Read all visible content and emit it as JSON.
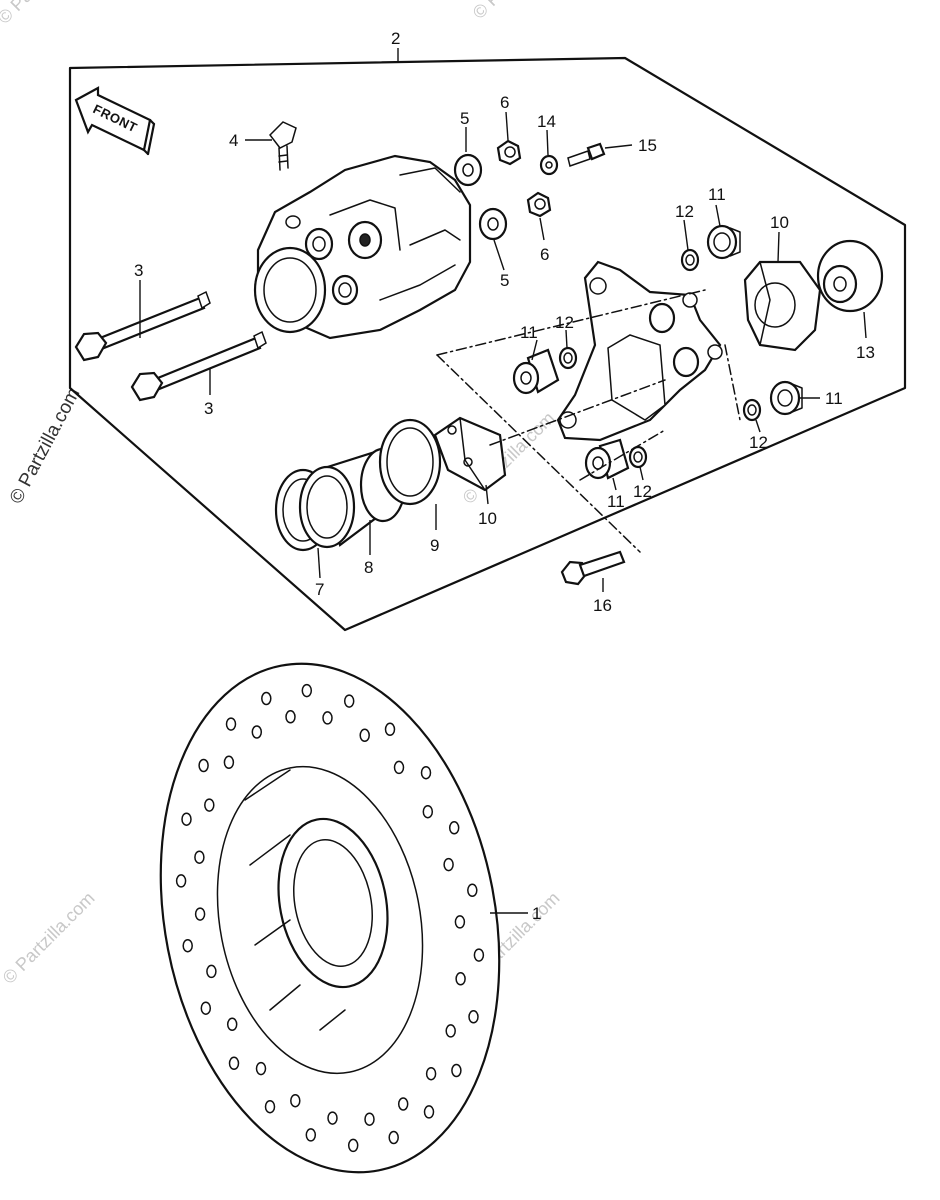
{
  "diagram": {
    "front_label": "FRONT",
    "watermark": "© Partzilla.com",
    "callouts": {
      "c1": "1",
      "c2": "2",
      "c3a": "3",
      "c3b": "3",
      "c4": "4",
      "c5a": "5",
      "c5b": "5",
      "c6a": "6",
      "c6b": "6",
      "c7": "7",
      "c8": "8",
      "c9": "9",
      "c10a": "10",
      "c10b": "10",
      "c11a": "11",
      "c11b": "11",
      "c11c": "11",
      "c11d": "11",
      "c12a": "12",
      "c12b": "12",
      "c12c": "12",
      "c12d": "12",
      "c13": "13",
      "c14": "14",
      "c15": "15",
      "c16": "16"
    }
  }
}
